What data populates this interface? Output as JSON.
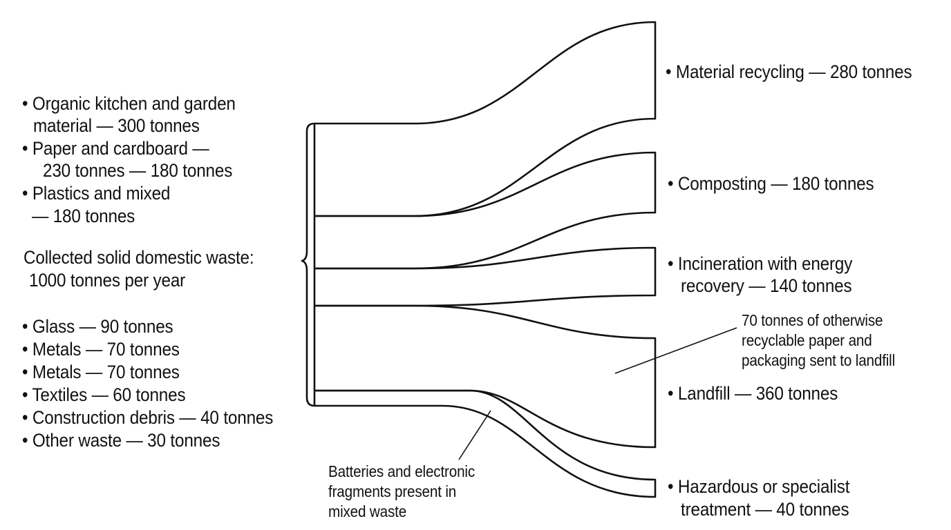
{
  "sources": [
    {
      "line1": "• Organic kitchen and garden",
      "line2": "material — 300 tonnes"
    },
    {
      "line1": "• Paper and cardboard —",
      "line2": "230 tonnes — 180 tonnes"
    },
    {
      "line1": "• Plastics and mixed",
      "line2": "— 180 tonnes"
    },
    {
      "line1": "• Glass — 90 tonnes"
    },
    {
      "line1": "• Metals — 70 tonnes"
    },
    {
      "line1": "• Metals — 70 tonnes"
    },
    {
      "line1": "• Textiles — 60 tonnes"
    },
    {
      "line1": "• Construction debris — 40 tonnes"
    },
    {
      "line1": "• Other waste — 30 tonnes"
    }
  ],
  "total": {
    "line1": "Collected solid domestic waste:",
    "line2": "1000 tonnes per year"
  },
  "destinations": [
    {
      "line1": "• Material recycling — 280 tonnes",
      "value": 280
    },
    {
      "line1": "• Composting — 180 tonnes",
      "value": 180
    },
    {
      "line1": "• Incineration with energy",
      "line2": "recovery — 140 tonnes",
      "value": 140
    },
    {
      "line1": "• Landfill — 360 tonnes",
      "value": 360
    },
    {
      "line1": "• Hazardous or specialist",
      "line2": "treatment — 40 tonnes",
      "value": 40
    }
  ],
  "annotations": {
    "landfill_note": {
      "line1": "70 tonnes of otherwise",
      "line2": "recyclable paper and",
      "line3": "packaging sent to landfill"
    },
    "battery_note": {
      "line1": "Batteries and electronic",
      "line2": "fragments present in",
      "line3": "mixed waste"
    }
  },
  "colors": {
    "stroke": "#111111",
    "fill": "#ffffff"
  }
}
